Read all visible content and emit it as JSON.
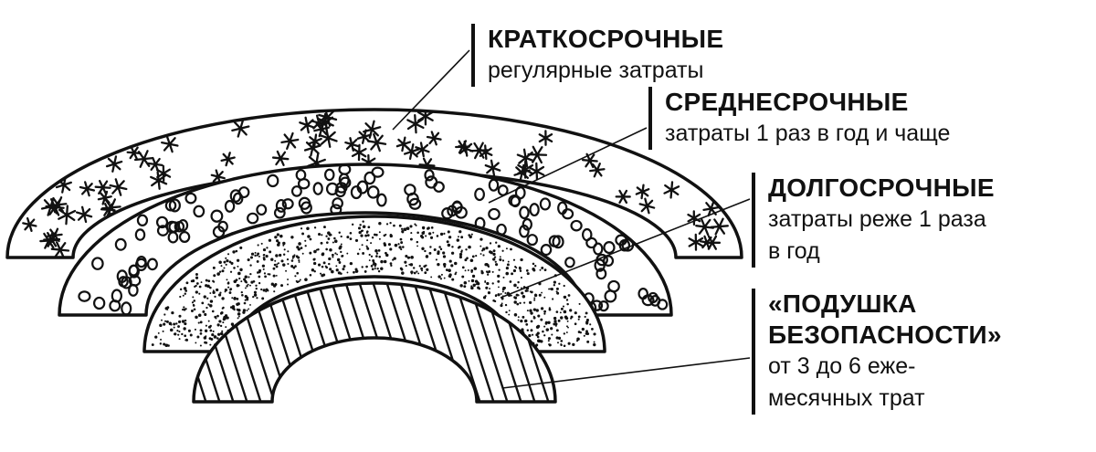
{
  "layers": [
    {
      "id": "short",
      "pattern": "asterisk",
      "title_lines": [
        "КРАТКОСРОЧНЫЕ"
      ],
      "desc_lines": [
        "регулярные затраты"
      ]
    },
    {
      "id": "medium",
      "pattern": "circles",
      "title_lines": [
        "СРЕДНЕСРОЧНЫЕ"
      ],
      "desc_lines": [
        "затраты 1 раз в год и чаще"
      ]
    },
    {
      "id": "long",
      "pattern": "dots",
      "title_lines": [
        "ДОЛГОСРОЧНЫЕ"
      ],
      "desc_lines": [
        "затраты реже 1 раза",
        "в год"
      ]
    },
    {
      "id": "cushion",
      "pattern": "hatch",
      "title_lines": [
        "«ПОДУШКА",
        "БЕЗОПАСНОСТИ»"
      ],
      "desc_lines": [
        "от 3 до 6 еже-",
        "месячных трат"
      ]
    }
  ],
  "colors": {
    "ink": "#111111",
    "background": "#ffffff"
  }
}
